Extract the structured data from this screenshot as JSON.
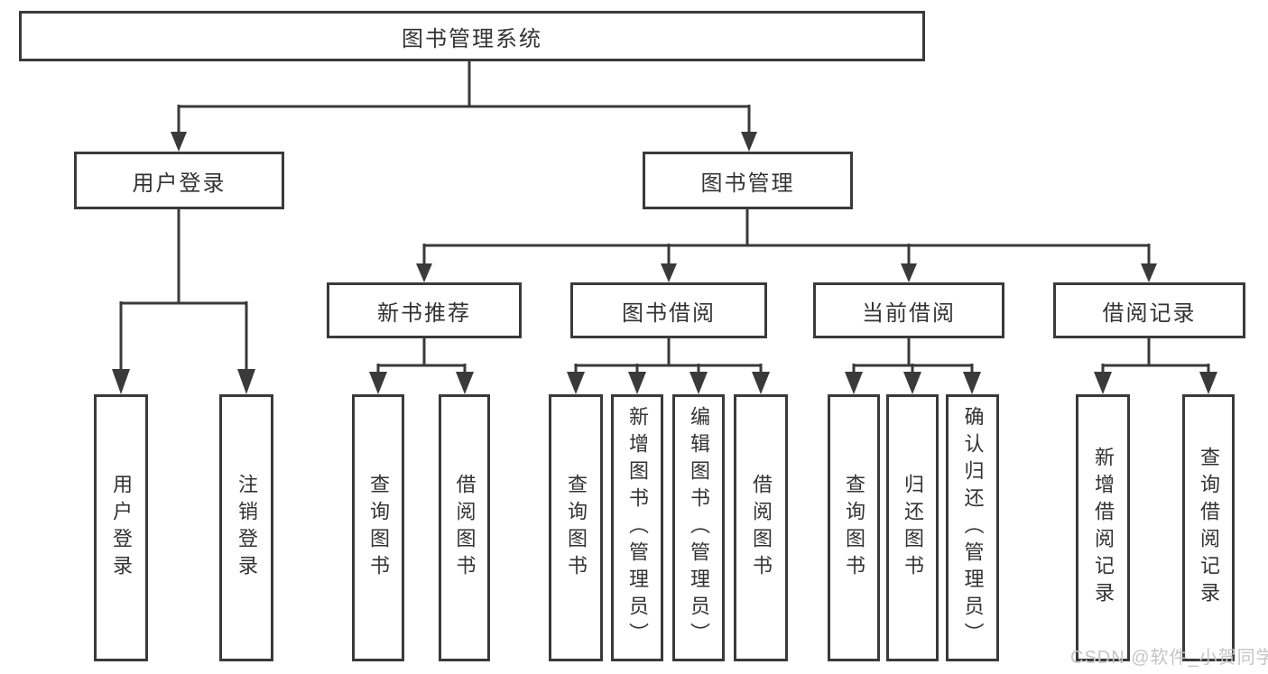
{
  "diagram": {
    "tree": {
      "label": "图书管理系统",
      "children": [
        {
          "label": "用户登录",
          "children": [
            {
              "label": "用户登录"
            },
            {
              "label": "注销登录"
            }
          ]
        },
        {
          "label": "图书管理",
          "children": [
            {
              "label": "新书推荐",
              "children": [
                {
                  "label": "查询图书"
                },
                {
                  "label": "借阅图书"
                }
              ]
            },
            {
              "label": "图书借阅",
              "children": [
                {
                  "label": "查询图书"
                },
                {
                  "label": "新增图书（管理员）"
                },
                {
                  "label": "编辑图书（管理员）"
                },
                {
                  "label": "借阅图书"
                }
              ]
            },
            {
              "label": "当前借阅",
              "children": [
                {
                  "label": "查询图书"
                },
                {
                  "label": "归还图书"
                },
                {
                  "label": "确认归还（管理员）"
                }
              ]
            },
            {
              "label": "借阅记录",
              "children": [
                {
                  "label": "新增借阅记录"
                },
                {
                  "label": "查询借阅记录"
                }
              ]
            }
          ]
        }
      ]
    },
    "watermark": {
      "text": "CSDN @软件_小贺同学"
    },
    "colors": {
      "line": "#3a3a3a",
      "text": "#333333",
      "watermark": "#c5c5c5",
      "background": "#ffffff"
    }
  }
}
